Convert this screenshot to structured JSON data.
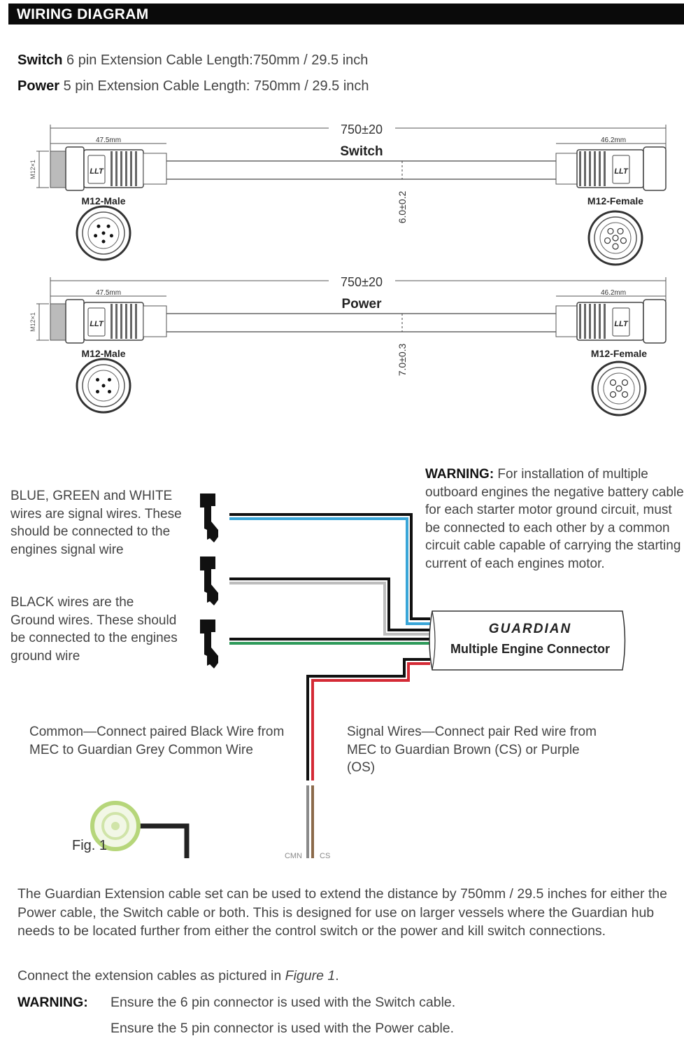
{
  "header": {
    "title": "WIRING DIAGRAM"
  },
  "specs": [
    {
      "label": "Switch",
      "text": " 6 pin Extension Cable Length:750mm / 29.5 inch"
    },
    {
      "label": "Power",
      "text": " 5 pin Extension Cable Length: 750mm / 29.5 inch"
    }
  ],
  "cables": [
    {
      "name": "Switch",
      "length": "750±20",
      "male_length": "47.5mm",
      "female_length": "46.2mm",
      "diameter": "6.0±0.2",
      "male_label": "M12-Male",
      "female_label": "M12-Female",
      "pins": 6,
      "thread": "M12×1"
    },
    {
      "name": "Power",
      "length": "750±20",
      "male_length": "47.5mm",
      "female_length": "46.2mm",
      "diameter": "7.0±0.3",
      "male_label": "M12-Male",
      "female_label": "M12-Female",
      "pins": 5,
      "thread": "M12×1"
    }
  ],
  "connector_logo": "LLT",
  "wiring": {
    "signal_note": "BLUE, GREEN and WHITE wires are signal wires. These should be connected to the engines signal wire",
    "ground_note": "BLACK wires are the Ground wires. These should be connected to the engines ground wire",
    "warning_label": "WARNING:",
    "warning_text": " For installation of multiple outboard engines the negative battery cable for each starter motor ground circuit, must be connected to each other by a common circuit cable capable of carrying the starting current of each engines motor.",
    "box_brand": "GUARDIAN",
    "box_title": "Multiple Engine Connector",
    "common_note": "Common—Connect paired Black Wire from MEC to Guardian Grey Common Wire",
    "signal_wires_note": "Signal Wires—Connect pair Red wire from MEC to Guardian Brown (CS) or Purple (OS)",
    "fig_label": "Fig. 1",
    "cmn_label": "CMN",
    "cs_label": "CS",
    "colors": {
      "blue": "#3aa6d8",
      "green": "#2e9a5a",
      "white": "#bdbdbd",
      "black": "#111111",
      "red": "#d42a35",
      "grey": "#8a8a8a",
      "brown": "#8b6a4a",
      "fig_ring": "#b6d67a"
    }
  },
  "footer": {
    "paragraph": "The Guardian Extension cable set can be used to extend the distance by 750mm / 29.5 inches for either the Power cable, the Switch cable or both. This is designed for use on larger vessels where the Guardian hub needs to be located further from either the control switch or the power and kill switch connections.",
    "connect_prefix": "Connect the extension cables as pictured in ",
    "connect_figure": "Figure 1",
    "connect_suffix": ".",
    "warning_label": "WARNING:",
    "warning_lines": [
      "Ensure the 6 pin connector is used with the Switch cable.",
      "Ensure the 5 pin connector is used with the Power cable."
    ]
  }
}
